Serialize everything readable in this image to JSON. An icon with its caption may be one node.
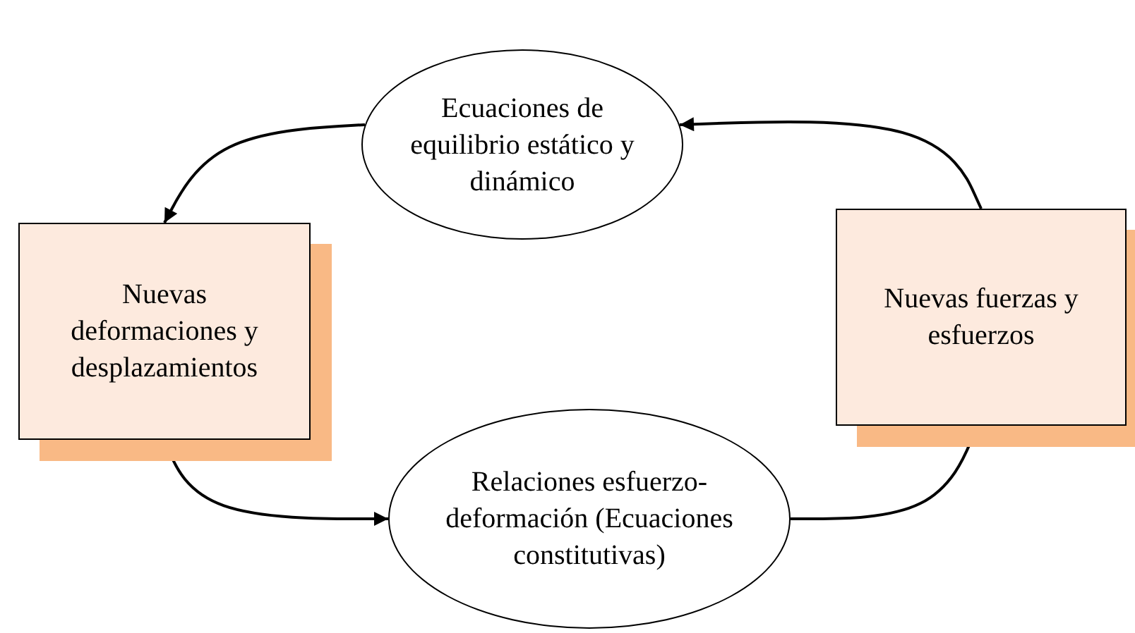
{
  "diagram": {
    "nodes": [
      {
        "text": [
          "Ecuaciones de equilibrio estático y dinámico"
        ]
      },
      {
        "text": [
          "Nuevas deformaciones y desplazamientos"
        ]
      },
      {
        "text": [
          "Nuevas fuerzas y esfuerzos"
        ]
      },
      {
        "text": [
          "Relaciones esfuerzo-deformación (Ecuaciones constitutivas)"
        ]
      }
    ],
    "edges": [
      {
        "from": 0,
        "to": 1,
        "arrow": "to"
      },
      {
        "from": 1,
        "to": 3,
        "arrow": "to"
      },
      {
        "from": 3,
        "to": 2,
        "arrow": "to"
      },
      {
        "from": 2,
        "to": 0,
        "arrow": "to"
      }
    ]
  }
}
